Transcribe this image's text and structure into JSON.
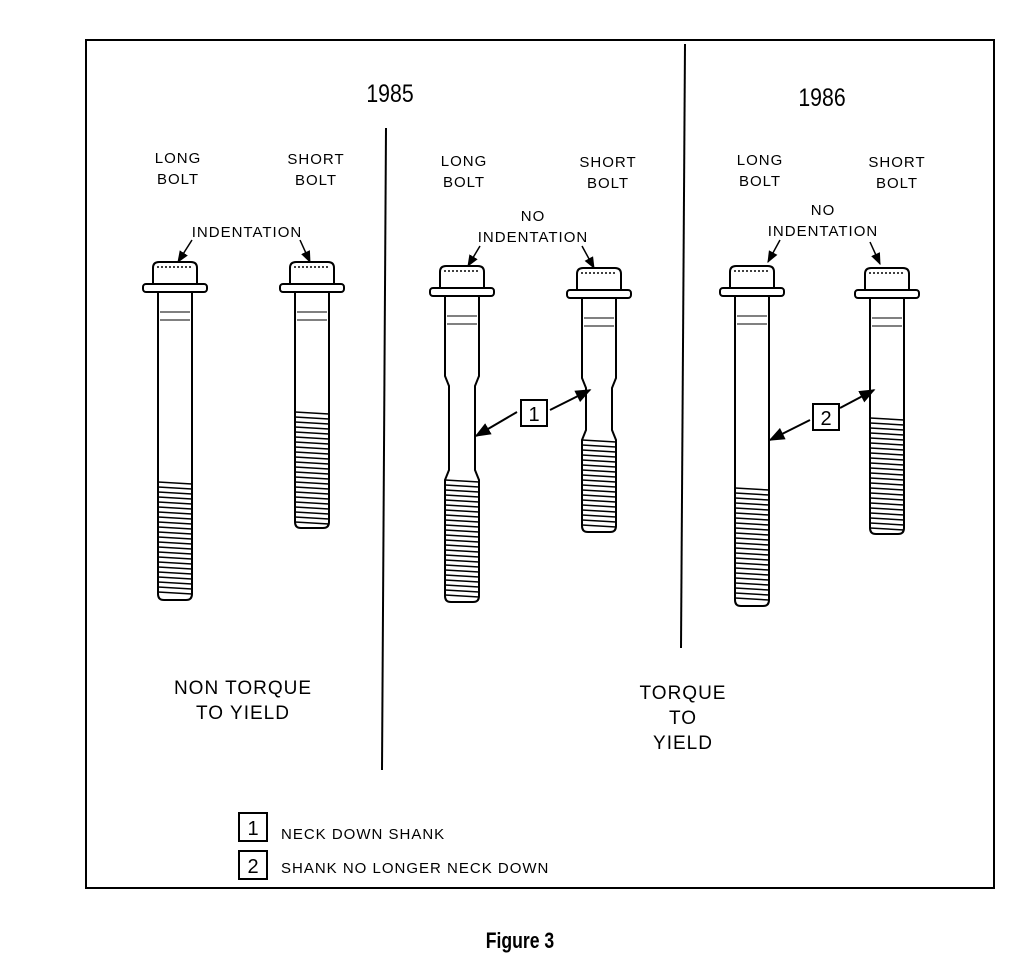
{
  "years": {
    "y1985": "1985",
    "y1986": "1986"
  },
  "bolt_labels": {
    "p1_long": [
      "LONG",
      "BOLT"
    ],
    "p1_short": [
      "SHORT",
      "BOLT"
    ],
    "p2_long": [
      "LONG",
      "BOLT"
    ],
    "p2_short": [
      "SHORT",
      "BOLT"
    ],
    "p3_long": [
      "LONG",
      "BOLT"
    ],
    "p3_short": [
      "SHORT",
      "BOLT"
    ]
  },
  "indentation_labels": {
    "p1": [
      "INDENTATION"
    ],
    "p2": [
      "NO",
      "INDENTATION"
    ],
    "p3": [
      "NO",
      "INDENTATION"
    ]
  },
  "section_labels": {
    "non_tty": [
      "NON TORQUE",
      "TO YIELD"
    ],
    "tty": [
      "TORQUE",
      "TO",
      "YIELD"
    ]
  },
  "callouts": {
    "one": "1",
    "two": "2"
  },
  "legend": [
    {
      "num": "1",
      "text": "NECK DOWN SHANK"
    },
    {
      "num": "2",
      "text": "SHANK NO LONGER NECK DOWN"
    }
  ],
  "caption": "Figure 3"
}
